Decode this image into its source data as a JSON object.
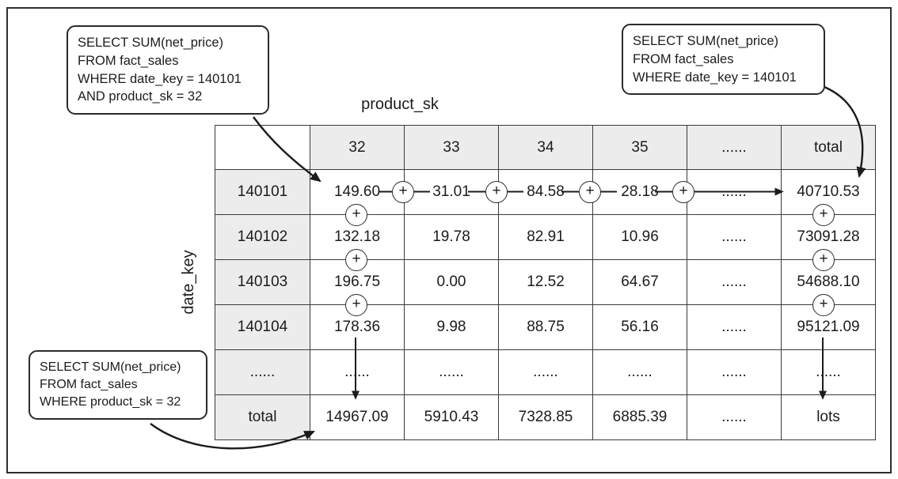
{
  "figure": {
    "top_axis_label": "product_sk",
    "left_axis_label": "date_key"
  },
  "callouts": {
    "top_left": {
      "lines": [
        "SELECT SUM(net_price)",
        "FROM fact_sales",
        "WHERE date_key = 140101",
        "AND product_sk = 32"
      ]
    },
    "top_right": {
      "lines": [
        "SELECT SUM(net_price)",
        "FROM fact_sales",
        "WHERE date_key = 140101"
      ]
    },
    "bottom_left": {
      "lines": [
        "SELECT SUM(net_price)",
        "FROM fact_sales",
        "WHERE product_sk = 32"
      ]
    }
  },
  "table": {
    "col_headers": [
      "32",
      "33",
      "34",
      "35",
      "......",
      "total"
    ],
    "rows": [
      {
        "header": "140101",
        "cells": [
          "149.60",
          "31.01",
          "84.58",
          "28.18",
          "......",
          "40710.53"
        ]
      },
      {
        "header": "140102",
        "cells": [
          "132.18",
          "19.78",
          "82.91",
          "10.96",
          "......",
          "73091.28"
        ]
      },
      {
        "header": "140103",
        "cells": [
          "196.75",
          "0.00",
          "12.52",
          "64.67",
          "......",
          "54688.10"
        ]
      },
      {
        "header": "140104",
        "cells": [
          "178.36",
          "9.98",
          "88.75",
          "56.16",
          "......",
          "95121.09"
        ]
      },
      {
        "header": "......",
        "cells": [
          "......",
          "......",
          "......",
          "......",
          "......",
          "......"
        ]
      },
      {
        "header": "total",
        "cells": [
          "14967.09",
          "5910.43",
          "7328.85",
          "6885.39",
          "......",
          "lots"
        ]
      }
    ]
  },
  "icons": {
    "plus_glyph": "+"
  },
  "colors": {
    "header_cell_bg": "#ececec",
    "line": "#1c1c1c",
    "border": "#2b2b2b"
  }
}
